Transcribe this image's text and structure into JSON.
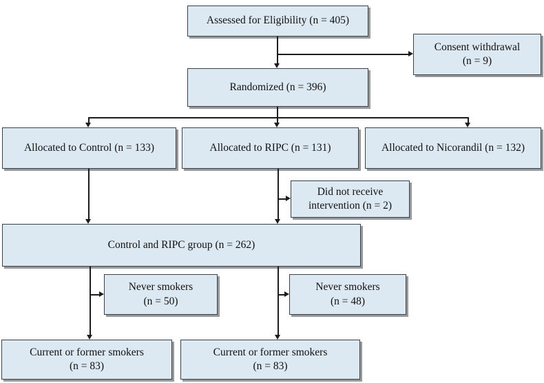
{
  "diagram": {
    "kind": "consort-flowchart",
    "colors": {
      "background": "#ffffff",
      "box_fill": "#dde9f2",
      "box_border": "#3b4046",
      "box_shadow": "#97999b",
      "line": "#1c1c1c",
      "text": "#111111"
    },
    "nodes": {
      "assessed": {
        "text": "Assessed for Eligibility (n = 405)"
      },
      "consent_withdrawal": {
        "line1": "Consent withdrawal",
        "line2": "(n = 9)"
      },
      "randomized": {
        "text": "Randomized (n = 396)"
      },
      "allocated_control": {
        "text": "Allocated to Control (n = 133)"
      },
      "allocated_ripc": {
        "text": "Allocated to RIPC (n = 131)"
      },
      "allocated_nicorandil": {
        "text": "Allocated to Nicorandil (n = 132)"
      },
      "did_not_receive": {
        "line1": "Did not receive",
        "line2": "intervention (n = 2)"
      },
      "control_ripc_group": {
        "text": "Control and RIPC group (n = 262)"
      },
      "never_smokers_left": {
        "line1": "Never smokers",
        "line2": "(n = 50)"
      },
      "never_smokers_right": {
        "line1": "Never smokers",
        "line2": "(n = 48)"
      },
      "current_former_smokers_left": {
        "line1": "Current or former smokers",
        "line2": "(n = 83)"
      },
      "current_former_smokers_right": {
        "line1": "Current or former smokers",
        "line2": "(n = 83)"
      }
    },
    "edges": [
      {
        "from": "assessed",
        "to": "randomized"
      },
      {
        "from": "assessed",
        "to": "consent_withdrawal"
      },
      {
        "from": "randomized",
        "to": "allocated_control"
      },
      {
        "from": "randomized",
        "to": "allocated_ripc"
      },
      {
        "from": "randomized",
        "to": "allocated_nicorandil"
      },
      {
        "from": "allocated_control",
        "to": "control_ripc_group"
      },
      {
        "from": "allocated_ripc",
        "to": "did_not_receive"
      },
      {
        "from": "allocated_ripc",
        "to": "control_ripc_group"
      },
      {
        "from": "control_ripc_group",
        "to": "never_smokers_left"
      },
      {
        "from": "control_ripc_group",
        "to": "current_former_smokers_left"
      },
      {
        "from": "control_ripc_group",
        "to": "never_smokers_right"
      },
      {
        "from": "control_ripc_group",
        "to": "current_former_smokers_right"
      }
    ]
  }
}
